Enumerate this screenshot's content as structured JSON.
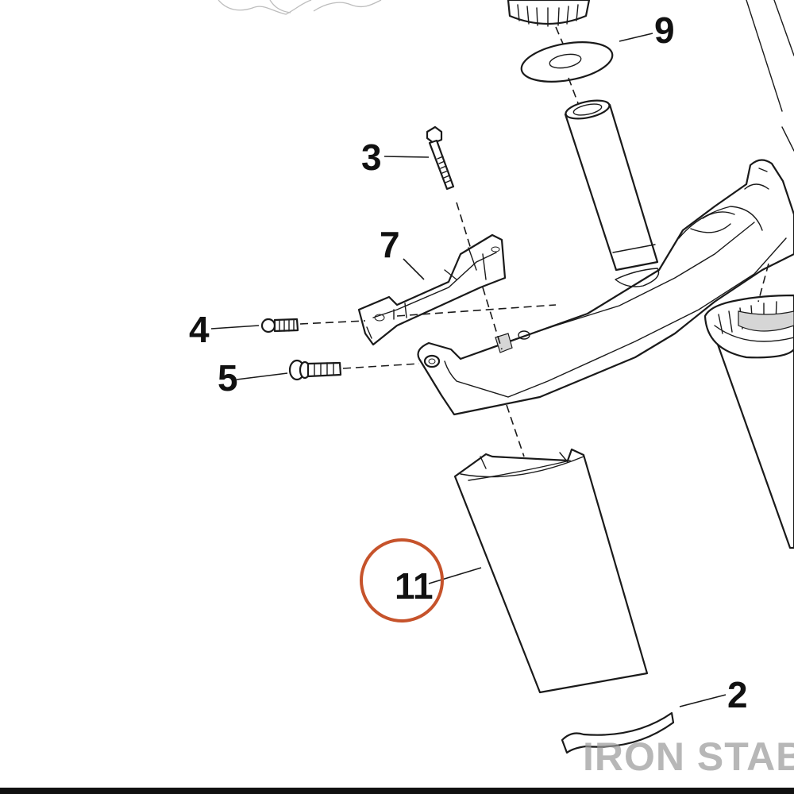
{
  "callouts": {
    "c2": "2",
    "c3": "3",
    "c4": "4",
    "c5": "5",
    "c7": "7",
    "c9": "9",
    "c11": "11"
  },
  "highlight": {
    "callout": "11",
    "color": "#c6532b"
  },
  "watermark": "IRON STABLE",
  "colors": {
    "line": "#1a1a1a",
    "shade": "#d6d6d6",
    "footer_bar": "#111111"
  }
}
